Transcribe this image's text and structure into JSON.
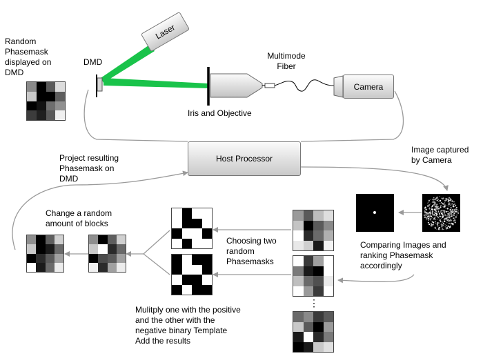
{
  "labels": {
    "random_phasemask": "Random Phasemask\ndisplayed on\nDMD",
    "dmd": "DMD",
    "laser": "Laser",
    "multimode_fiber": "Multimode\nFiber",
    "camera": "Camera",
    "iris_objective": "Iris and Objective",
    "host_processor": "Host Processor",
    "project_resulting": "Project resulting\nPhasemask on\nDMD",
    "image_captured": "Image captured\nby Camera",
    "change_random": "Change a random\namount of blocks",
    "choosing_two": "Choosing two\nrandom\nPhasemasks",
    "comparing": "Comparing Images and\nranking Phasemask\naccordingly",
    "multiply": "Mulitply one with the positive\nand the other with the\nnegative binary Template\nAdd the results",
    "ellipsis": "⋮"
  },
  "colors": {
    "beam": "#19c34a",
    "arrow": "#9a9a9a",
    "box_border": "#777777"
  },
  "masks": {
    "dmd_random": [
      [
        "#8a8a8a",
        "#000000",
        "#5a5a5a",
        "#dcdcdc"
      ],
      [
        "#c8c8c8",
        "#000000",
        "#000000",
        "#5e5e5e"
      ],
      [
        "#000000",
        "#121212",
        "#6e6e6e",
        "#909090"
      ],
      [
        "#3c3c3c",
        "#202020",
        "#5a5a5a",
        "#f0f0f0"
      ]
    ],
    "result_left": [
      [
        "#8e8e8e",
        "#000000",
        "#5e5e5e",
        "#d0d0d0"
      ],
      [
        "#c8c8c8",
        "#000000",
        "#1a1a1a",
        "#6a6a6a"
      ],
      [
        "#000000",
        "#2a2a2a",
        "#5a5a5a",
        "#a0a0a0"
      ],
      [
        "#ffffff",
        "#1a1a1a",
        "#6a6a6a",
        "#ececec"
      ]
    ],
    "result_mid": [
      [
        "#8e8e8e",
        "#000000",
        "#5e5e5e",
        "#d0d0d0"
      ],
      [
        "#c8c8c8",
        "#ffffff",
        "#2a2a2a",
        "#6a6a6a"
      ],
      [
        "#000000",
        "#4a4a4a",
        "#5a5a5a",
        "#a0a0a0"
      ],
      [
        "#f0f0f0",
        "#2a2a2a",
        "#a0a0a0",
        "#ececec"
      ]
    ],
    "binary_top": [
      [
        "#ffffff",
        "#000000",
        "#ffffff",
        "#ffffff"
      ],
      [
        "#ffffff",
        "#000000",
        "#000000",
        "#ffffff"
      ],
      [
        "#000000",
        "#ffffff",
        "#ffffff",
        "#000000"
      ],
      [
        "#ffffff",
        "#000000",
        "#ffffff",
        "#ffffff"
      ]
    ],
    "binary_bottom": [
      [
        "#000000",
        "#ffffff",
        "#000000",
        "#000000"
      ],
      [
        "#000000",
        "#ffffff",
        "#ffffff",
        "#000000"
      ],
      [
        "#ffffff",
        "#000000",
        "#000000",
        "#ffffff"
      ],
      [
        "#000000",
        "#ffffff",
        "#000000",
        "#000000"
      ]
    ],
    "rank_1": [
      [
        "#9a9a9a",
        "#5a5a5a",
        "#bdbdbd",
        "#dedede"
      ],
      [
        "#c4c4c4",
        "#000000",
        "#5a5a5a",
        "#8a8a8a"
      ],
      [
        "#ffffff",
        "#2a2a2a",
        "#6a6a6a",
        "#b0b0b0"
      ],
      [
        "#e8e8e8",
        "#cfcfcf",
        "#1a1a1a",
        "#f4f4f4"
      ]
    ],
    "rank_2": [
      [
        "#ffffff",
        "#3a3a3a",
        "#a0a0a0",
        "#ffffff"
      ],
      [
        "#7a7a7a",
        "#1a1a1a",
        "#000000",
        "#ffffff"
      ],
      [
        "#bfbfbf",
        "#6a6a6a",
        "#505050",
        "#eaeaea"
      ],
      [
        "#ffffff",
        "#9a9a9a",
        "#3a3a3a",
        "#ffffff"
      ]
    ],
    "rank_3": [
      [
        "#6a6a6a",
        "#8a8a8a",
        "#3a3a3a",
        "#5a5a5a"
      ],
      [
        "#c8c8c8",
        "#5a5a5a",
        "#000000",
        "#9a9a9a"
      ],
      [
        "#1a1a1a",
        "#ffffff",
        "#2a2a2a",
        "#7a7a7a"
      ],
      [
        "#000000",
        "#1a1a1a",
        "#c8c8c8",
        "#e0e0e0"
      ]
    ]
  }
}
